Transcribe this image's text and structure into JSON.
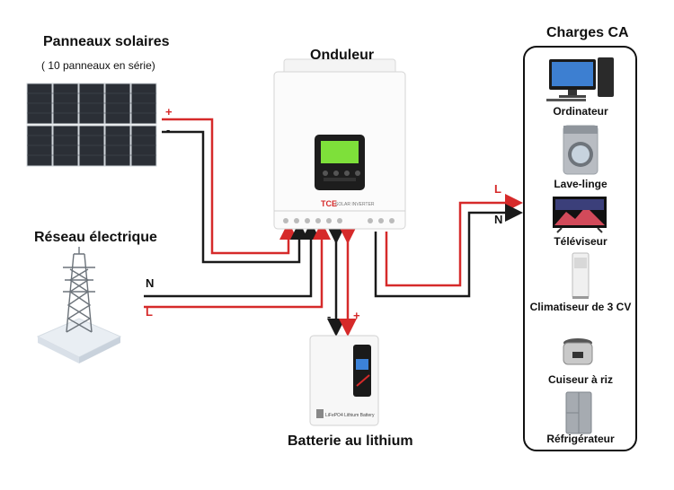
{
  "solar": {
    "title": "Panneaux solaires",
    "subtitle": "( 10 panneaux en série)",
    "plus": "+",
    "minus": "-"
  },
  "inverter": {
    "title": "Onduleur",
    "brand": "TCE",
    "model_text": "SOLAR INVERTER"
  },
  "grid": {
    "title": "Réseau électrique",
    "n_label": "N",
    "l_label": "L"
  },
  "battery": {
    "title": "Batterie au lithium",
    "minus": "-",
    "plus": "+",
    "model_text": "LiFePO4 Lithium Battery"
  },
  "loads": {
    "title": "Charges CA",
    "l_label": "L",
    "n_label": "N",
    "items": [
      {
        "label": "Ordinateur",
        "icon": "computer-icon"
      },
      {
        "label": "Lave-linge",
        "icon": "washing-machine-icon"
      },
      {
        "label": "Téléviseur",
        "icon": "tv-icon"
      },
      {
        "label": "Climatiseur de 3 CV",
        "icon": "air-conditioner-icon"
      },
      {
        "label": "Cuiseur à riz",
        "icon": "rice-cooker-icon"
      },
      {
        "label": "Réfrigérateur",
        "icon": "refrigerator-icon"
      }
    ]
  },
  "colors": {
    "positive_wire": "#d62a2a",
    "negative_wire": "#1a1a1a",
    "panel_cell": "#2b2f36",
    "lcd_green": "#7ee03a"
  }
}
